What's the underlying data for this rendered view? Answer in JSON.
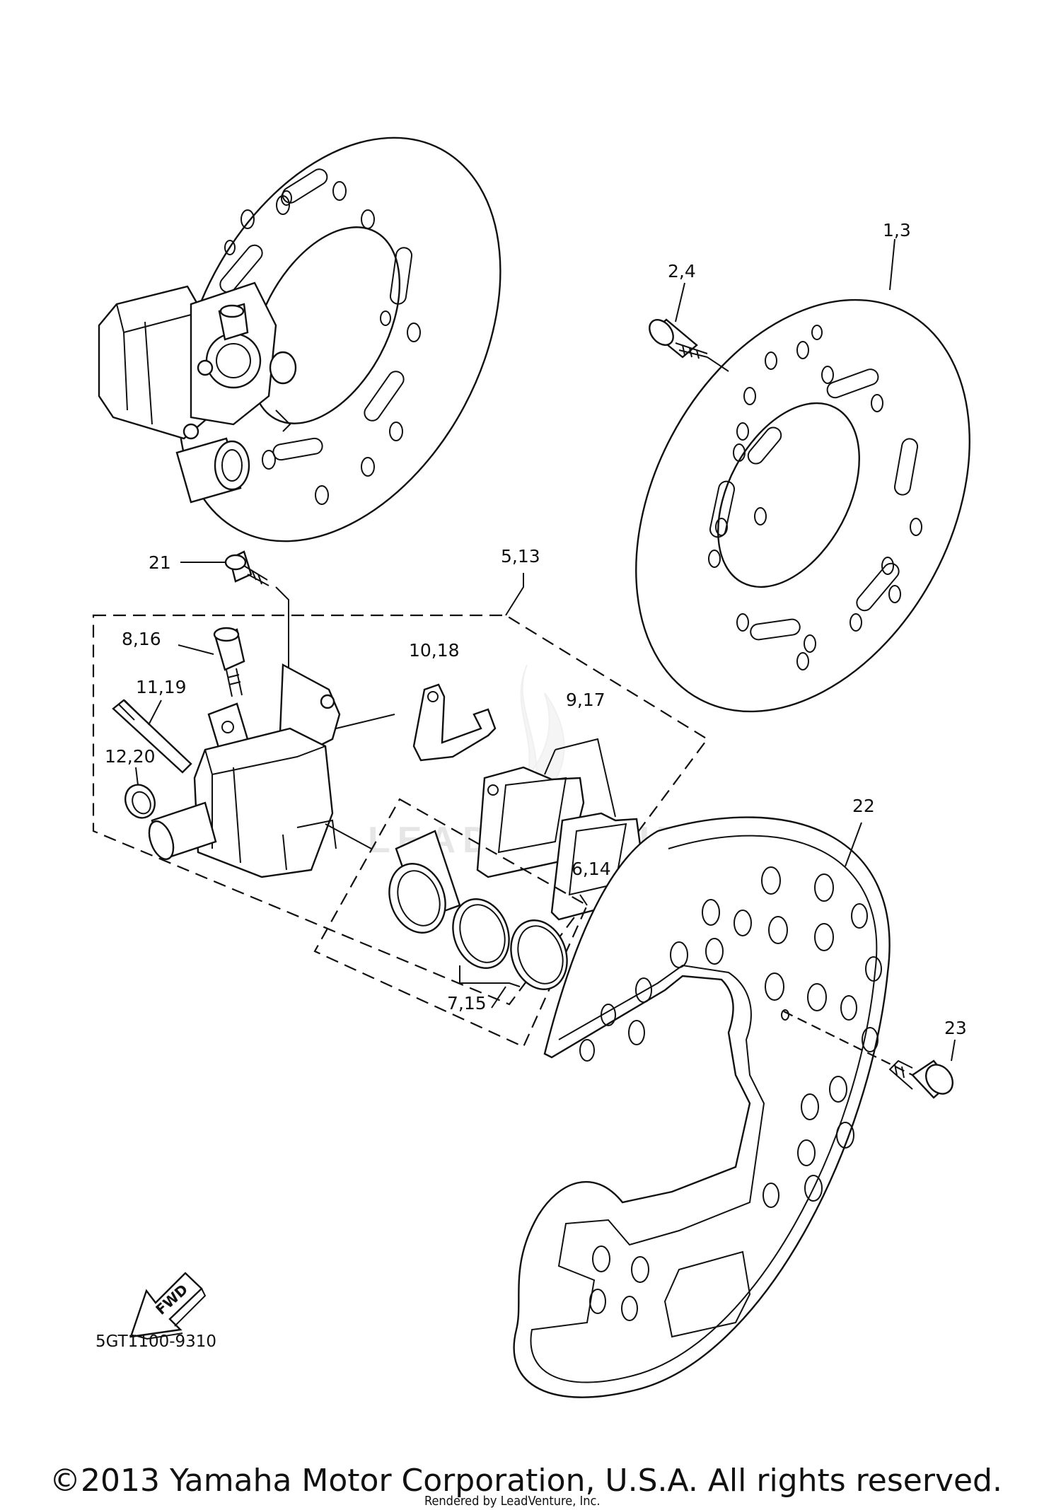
{
  "diagram": {
    "callouts": [
      {
        "id": "c1",
        "text": "1,3"
      },
      {
        "id": "c2",
        "text": "2,4"
      },
      {
        "id": "c3",
        "text": "5,13"
      },
      {
        "id": "c4",
        "text": "21"
      },
      {
        "id": "c5",
        "text": "8,16"
      },
      {
        "id": "c6",
        "text": "10,18"
      },
      {
        "id": "c7",
        "text": "11,19"
      },
      {
        "id": "c8",
        "text": "9,17"
      },
      {
        "id": "c9",
        "text": "12,20"
      },
      {
        "id": "c10",
        "text": "22"
      },
      {
        "id": "c11",
        "text": "6,14"
      },
      {
        "id": "c12",
        "text": "7,15"
      },
      {
        "id": "c13",
        "text": "23"
      }
    ],
    "fwd_label": "FWD",
    "part_number": "5GT1100-9310",
    "watermark": "LEADVENTURE",
    "copyright": "©2013 Yamaha Motor Corporation, U.S.A. All rights reserved.",
    "rendered_by": "Rendered by LeadVenture, Inc."
  }
}
